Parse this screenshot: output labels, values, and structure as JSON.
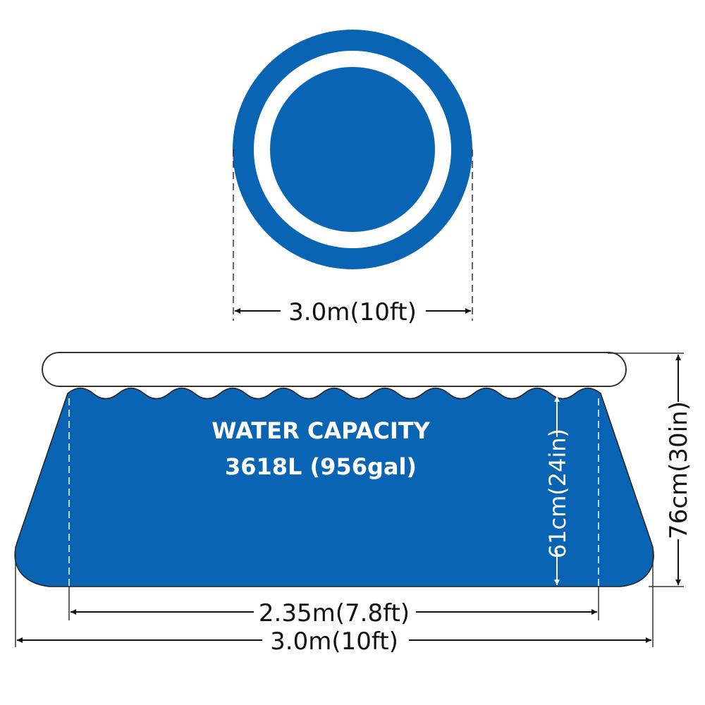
{
  "colors": {
    "pool_blue": "#0a64b4",
    "outline": "#222222",
    "ring_fill": "#ffffff",
    "background": "#ffffff"
  },
  "top_view": {
    "diameter_label": "3.0m(10ft)"
  },
  "side_view": {
    "capacity_title": "WATER CAPACITY",
    "capacity_value": "3618L (956gal)",
    "water_height_label": "61cm(24in)",
    "total_height_label": "76cm(30in)",
    "bottom_diameter_label": "2.35m(7.8ft)",
    "top_diameter_label": "3.0m(10ft)"
  }
}
